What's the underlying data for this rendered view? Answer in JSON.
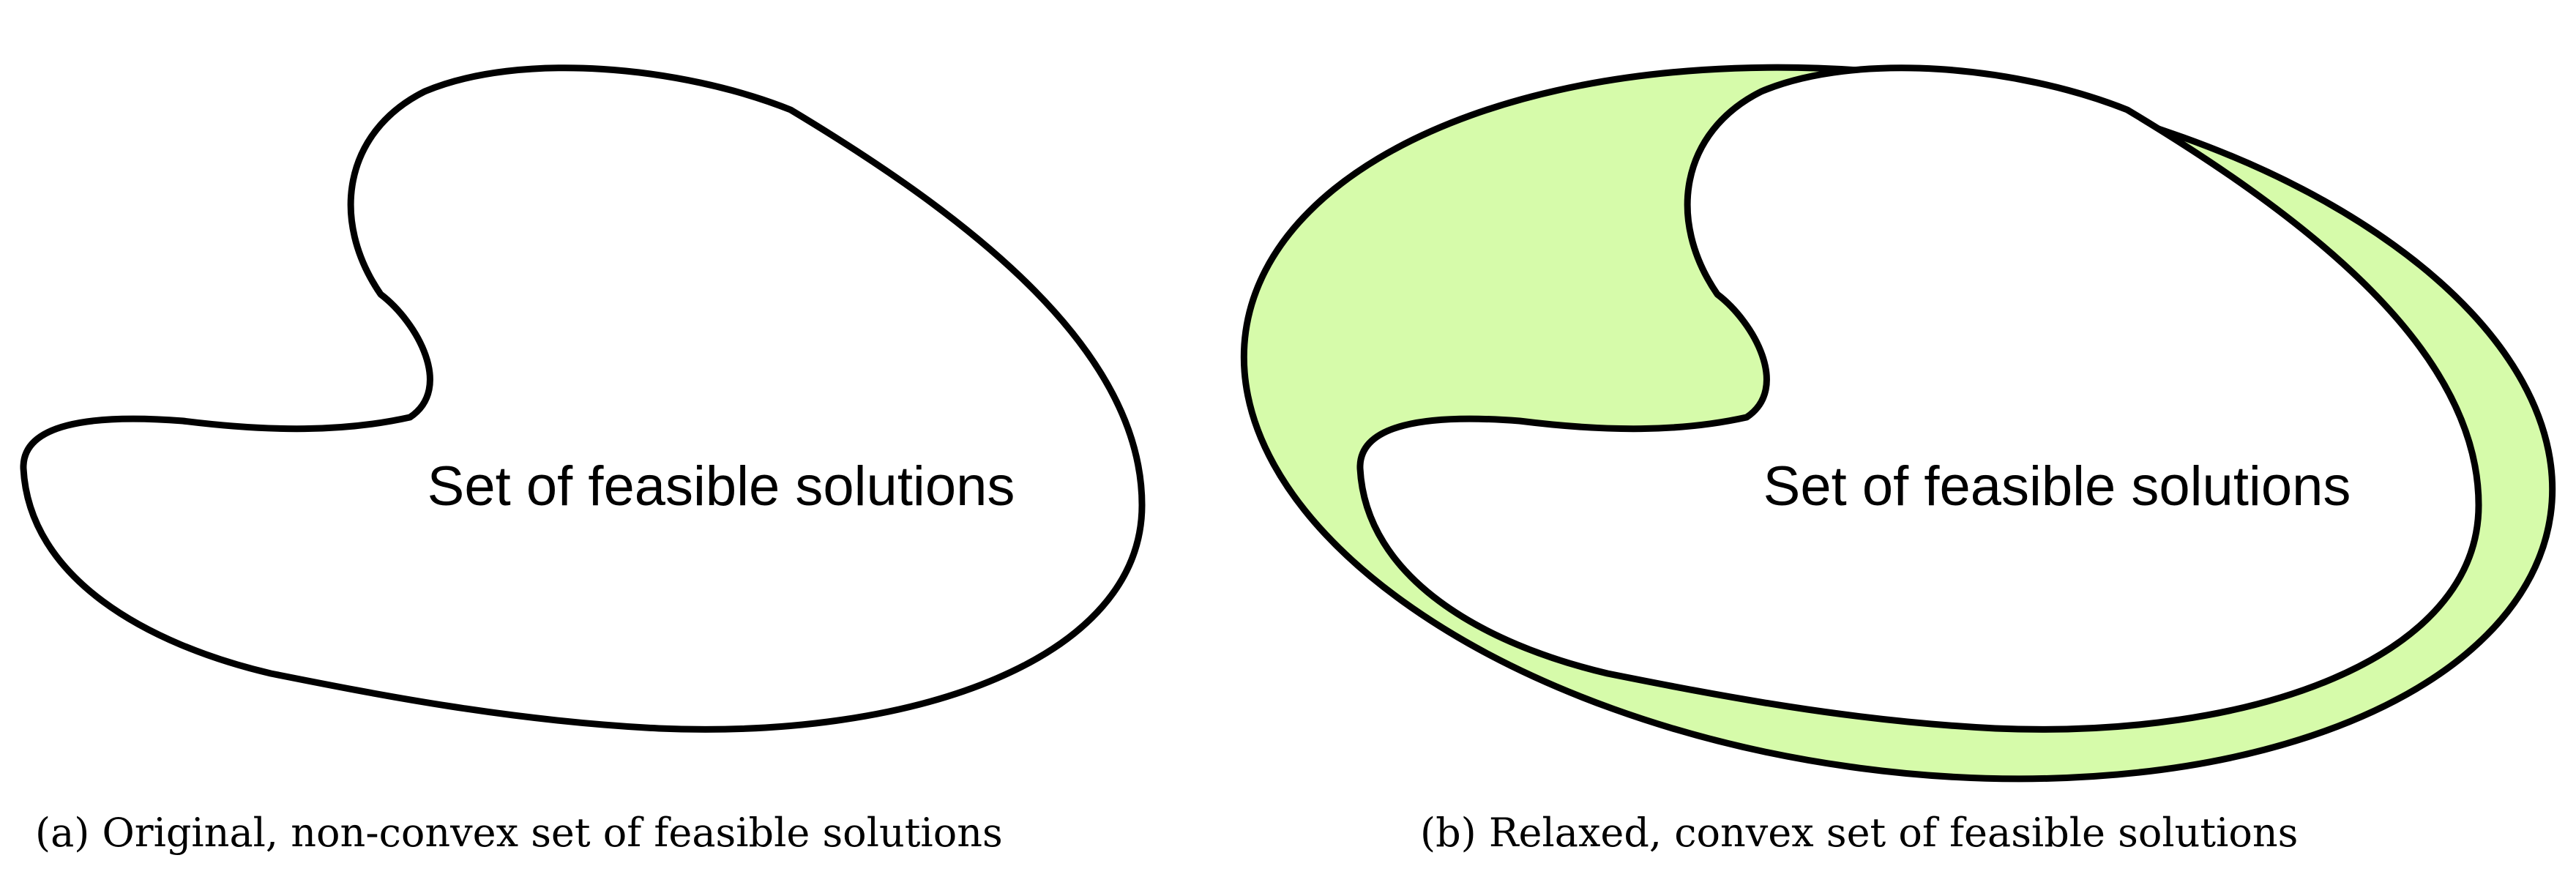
{
  "colors": {
    "background": "#ffffff",
    "outline": "#000000",
    "relaxation_fill": "#d6fbaa"
  },
  "panel_a": {
    "shape_label": "Set of feasible solutions",
    "caption": "(a)  Original, non-convex set of feasible solutions"
  },
  "panel_b": {
    "shape_label": "Set of feasible solutions",
    "caption": "(b)  Relaxed, convex set of feasible solutions"
  }
}
